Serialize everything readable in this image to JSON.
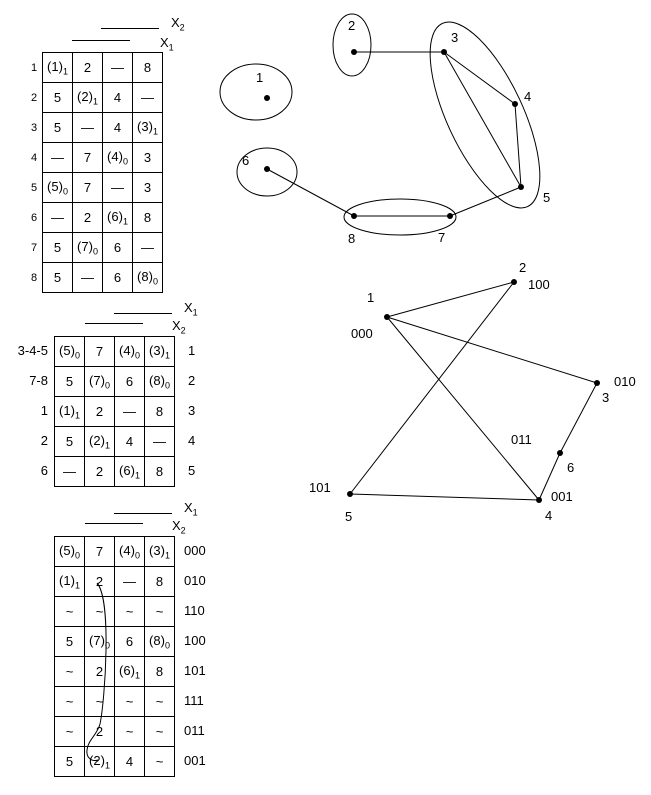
{
  "colors": {
    "ink": "#000000",
    "background": "#ffffff"
  },
  "table1": {
    "x2": "X",
    "x2_sub": "2",
    "x1": "X",
    "x1_sub": "1",
    "row_labels": [
      "1",
      "2",
      "3",
      "4",
      "5",
      "6",
      "7",
      "8"
    ],
    "rows": [
      [
        "(1)|1",
        "2",
        "—",
        "8"
      ],
      [
        "5",
        "(2)|1",
        "4",
        "—"
      ],
      [
        "5",
        "—",
        "4",
        "(3)|1"
      ],
      [
        "—",
        "7",
        "(4)|0",
        "3"
      ],
      [
        "(5)|0",
        "7",
        "—",
        "3"
      ],
      [
        "—",
        "2",
        "(6)|1",
        "8"
      ],
      [
        "5",
        "(7)|0",
        "6",
        "—"
      ],
      [
        "5",
        "—",
        "6",
        "(8)|0"
      ]
    ]
  },
  "table2": {
    "x1": "X",
    "x1_sub": "1",
    "x2": "X",
    "x2_sub": "2",
    "left_labels": [
      "3-4-5",
      "7-8",
      "1",
      "2",
      "6"
    ],
    "right_labels": [
      "1",
      "2",
      "3",
      "4",
      "5"
    ],
    "rows": [
      [
        "(5)|0",
        "7",
        "(4)|0",
        "(3)|1"
      ],
      [
        "5",
        "(7)|0",
        "6",
        "(8)|0"
      ],
      [
        "(1)|1",
        "2",
        "—",
        "8"
      ],
      [
        "5",
        "(2)|1",
        "4",
        "—"
      ],
      [
        "—",
        "2",
        "(6)|1",
        "8"
      ]
    ]
  },
  "table3": {
    "x1": "X",
    "x1_sub": "1",
    "x2": "X",
    "x2_sub": "2",
    "right_labels": [
      "000",
      "010",
      "110",
      "100",
      "101",
      "111",
      "011",
      "001"
    ],
    "rows": [
      [
        "(5)|0",
        "7",
        "(4)|0",
        "(3)|1"
      ],
      [
        "(1)|1",
        "2",
        "—",
        "8"
      ],
      [
        "~",
        "~",
        "~",
        "~"
      ],
      [
        "5",
        "(7)|0",
        "6",
        "(8)|0"
      ],
      [
        "~",
        "2",
        "(6)|1",
        "8"
      ],
      [
        "~",
        "~",
        "~",
        "~"
      ],
      [
        "~",
        "2",
        "~",
        "~"
      ],
      [
        "5",
        "(2)|1",
        "4",
        "~"
      ]
    ]
  },
  "graph1": {
    "nodes": [
      {
        "id": "1",
        "label": "1"
      },
      {
        "id": "2",
        "label": "2"
      },
      {
        "id": "3",
        "label": "3"
      },
      {
        "id": "4",
        "label": "4"
      },
      {
        "id": "5",
        "label": "5"
      },
      {
        "id": "6",
        "label": "6"
      },
      {
        "id": "7",
        "label": "7"
      },
      {
        "id": "8",
        "label": "8"
      }
    ],
    "edges": [
      [
        "2",
        "3"
      ],
      [
        "3",
        "4"
      ],
      [
        "3",
        "5"
      ],
      [
        "4",
        "5"
      ],
      [
        "5",
        "7"
      ],
      [
        "8",
        "7"
      ],
      [
        "6",
        "8"
      ]
    ]
  },
  "graph2": {
    "nodes": [
      {
        "id": "1",
        "label": "1",
        "code": "000"
      },
      {
        "id": "2",
        "label": "2",
        "code": "100"
      },
      {
        "id": "3",
        "label": "3",
        "code": "010"
      },
      {
        "id": "4",
        "label": "4",
        "code": "001"
      },
      {
        "id": "5",
        "label": "5",
        "code": "101"
      },
      {
        "id": "6",
        "label": "6",
        "code": "011"
      }
    ],
    "edges": [
      [
        "1",
        "2"
      ],
      [
        "1",
        "3"
      ],
      [
        "1",
        "4"
      ],
      [
        "2",
        "5"
      ],
      [
        "5",
        "4"
      ],
      [
        "4",
        "6"
      ],
      [
        "6",
        "3"
      ]
    ]
  }
}
